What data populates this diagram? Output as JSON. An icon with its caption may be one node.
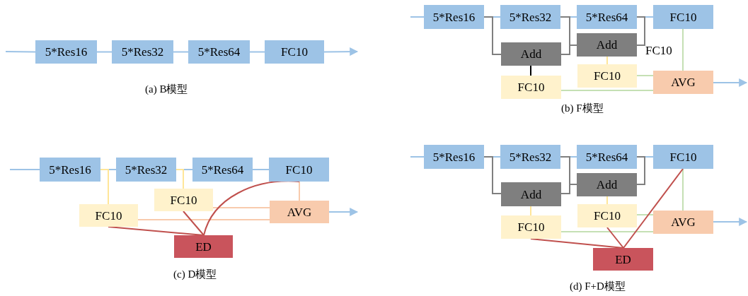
{
  "diagram": {
    "nodes": [
      {
        "text": [
          "5*Res16"
        ]
      },
      {
        "text": [
          "5*Res32"
        ]
      },
      {
        "text": [
          "5*Res64"
        ]
      },
      {
        "text": [
          "FC10"
        ]
      },
      {
        "text": [
          "5*Res16"
        ]
      },
      {
        "text": [
          "5*Res32"
        ]
      },
      {
        "text": [
          "5*Res64"
        ]
      },
      {
        "text": [
          "FC10"
        ]
      },
      {
        "text": [
          "Add"
        ]
      },
      {
        "text": [
          "Add"
        ]
      },
      {
        "text": [
          "FC10"
        ]
      },
      {
        "text": [
          "FC10"
        ]
      },
      {
        "text": [
          "AVG"
        ]
      },
      {
        "text": [
          "5*Res16"
        ]
      },
      {
        "text": [
          "5*Res32"
        ]
      },
      {
        "text": [
          "5*Res64"
        ]
      },
      {
        "text": [
          "FC10"
        ]
      },
      {
        "text": [
          "FC10"
        ]
      },
      {
        "text": [
          "FC10"
        ]
      },
      {
        "text": [
          "AVG"
        ]
      },
      {
        "text": [
          "ED"
        ]
      },
      {
        "text": [
          "5*Res16"
        ]
      },
      {
        "text": [
          "5*Res32"
        ]
      },
      {
        "text": [
          "5*Res64"
        ]
      },
      {
        "text": [
          "FC10"
        ]
      },
      {
        "text": [
          "Add"
        ]
      },
      {
        "text": [
          "Add"
        ]
      },
      {
        "text": [
          "FC10"
        ]
      },
      {
        "text": [
          "FC10"
        ]
      },
      {
        "text": [
          "AVG"
        ]
      },
      {
        "text": [
          "ED"
        ]
      }
    ],
    "edges": [
      {
        "from": null,
        "to": 0,
        "arrow": "none"
      },
      {
        "from": 0,
        "to": 1,
        "arrow": "none"
      },
      {
        "from": 1,
        "to": 2,
        "arrow": "none"
      },
      {
        "from": 2,
        "to": 3,
        "arrow": "none"
      },
      {
        "from": 3,
        "to": null,
        "arrow": "to"
      },
      {
        "from": null,
        "to": 4,
        "arrow": "none"
      },
      {
        "from": 4,
        "to": 5,
        "arrow": "none"
      },
      {
        "from": 5,
        "to": 6,
        "arrow": "none"
      },
      {
        "from": 6,
        "to": 7,
        "arrow": "none"
      },
      {
        "from": 4,
        "to": 8,
        "arrow": "none",
        "color": "#7f7f7f"
      },
      {
        "from": 8,
        "to": 5,
        "arrow": "none",
        "color": "#7f7f7f"
      },
      {
        "from": 5,
        "to": 9,
        "arrow": "none",
        "color": "#7f7f7f"
      },
      {
        "from": 9,
        "to": 6,
        "arrow": "none",
        "color": "#7f7f7f"
      },
      {
        "from": 8,
        "to": 10,
        "arrow": "none",
        "color": "#000000"
      },
      {
        "from": 9,
        "to": 11,
        "arrow": "none",
        "color": "#ffe699"
      },
      {
        "from": 11,
        "to": 12,
        "arrow": "none",
        "color": "#c5e0b4"
      },
      {
        "from": 10,
        "to": 12,
        "arrow": "none",
        "color": "#c5e0b4"
      },
      {
        "from": 7,
        "to": 12,
        "arrow": "none",
        "color": "#c5e0b4"
      },
      {
        "from": 12,
        "to": null,
        "arrow": "to"
      },
      {
        "from": null,
        "to": 13,
        "arrow": "none"
      },
      {
        "from": 13,
        "to": 14,
        "arrow": "none"
      },
      {
        "from": 14,
        "to": 15,
        "arrow": "none"
      },
      {
        "from": 15,
        "to": 16,
        "arrow": "none"
      },
      {
        "from": 13,
        "to": 17,
        "arrow": "none",
        "color": "#ffe699"
      },
      {
        "from": 14,
        "to": 18,
        "arrow": "none",
        "color": "#ffe699"
      },
      {
        "from": 18,
        "to": 19,
        "arrow": "none",
        "color": "#f8cbad"
      },
      {
        "from": 17,
        "to": 19,
        "arrow": "none",
        "color": "#f8cbad"
      },
      {
        "from": 16,
        "to": 19,
        "arrow": "none",
        "color": "#f8cbad"
      },
      {
        "from": 17,
        "to": 20,
        "arrow": "none",
        "color": "#c0504d"
      },
      {
        "from": 18,
        "to": 20,
        "arrow": "none",
        "color": "#c0504d"
      },
      {
        "from": 16,
        "to": 20,
        "arrow": "none",
        "color": "#c0504d"
      },
      {
        "from": 19,
        "to": null,
        "arrow": "to"
      },
      {
        "from": null,
        "to": 21,
        "arrow": "none"
      },
      {
        "from": 21,
        "to": 22,
        "arrow": "none"
      },
      {
        "from": 22,
        "to": 23,
        "arrow": "none"
      },
      {
        "from": 23,
        "to": 24,
        "arrow": "none"
      },
      {
        "from": 21,
        "to": 25,
        "arrow": "none",
        "color": "#7f7f7f"
      },
      {
        "from": 25,
        "to": 22,
        "arrow": "none",
        "color": "#7f7f7f"
      },
      {
        "from": 22,
        "to": 26,
        "arrow": "none",
        "color": "#7f7f7f"
      },
      {
        "from": 26,
        "to": 23,
        "arrow": "none",
        "color": "#7f7f7f"
      },
      {
        "from": 25,
        "to": 27,
        "arrow": "none",
        "color": "#ffe699"
      },
      {
        "from": 26,
        "to": 28,
        "arrow": "none",
        "color": "#ffe699"
      },
      {
        "from": 28,
        "to": 29,
        "arrow": "none",
        "color": "#c5e0b4"
      },
      {
        "from": 27,
        "to": 29,
        "arrow": "none",
        "color": "#c5e0b4"
      },
      {
        "from": 24,
        "to": 29,
        "arrow": "none",
        "color": "#c5e0b4"
      },
      {
        "from": 27,
        "to": 30,
        "arrow": "none",
        "color": "#c0504d"
      },
      {
        "from": 28,
        "to": 30,
        "arrow": "none",
        "color": "#c0504d"
      },
      {
        "from": 24,
        "to": 30,
        "arrow": "none",
        "color": "#c0504d"
      },
      {
        "from": 29,
        "to": null,
        "arrow": "to"
      }
    ],
    "labels": [
      "FC10",
      "(a) B模型",
      "(b) F模型",
      "(c) D模型",
      "(d) F+D模型"
    ]
  }
}
